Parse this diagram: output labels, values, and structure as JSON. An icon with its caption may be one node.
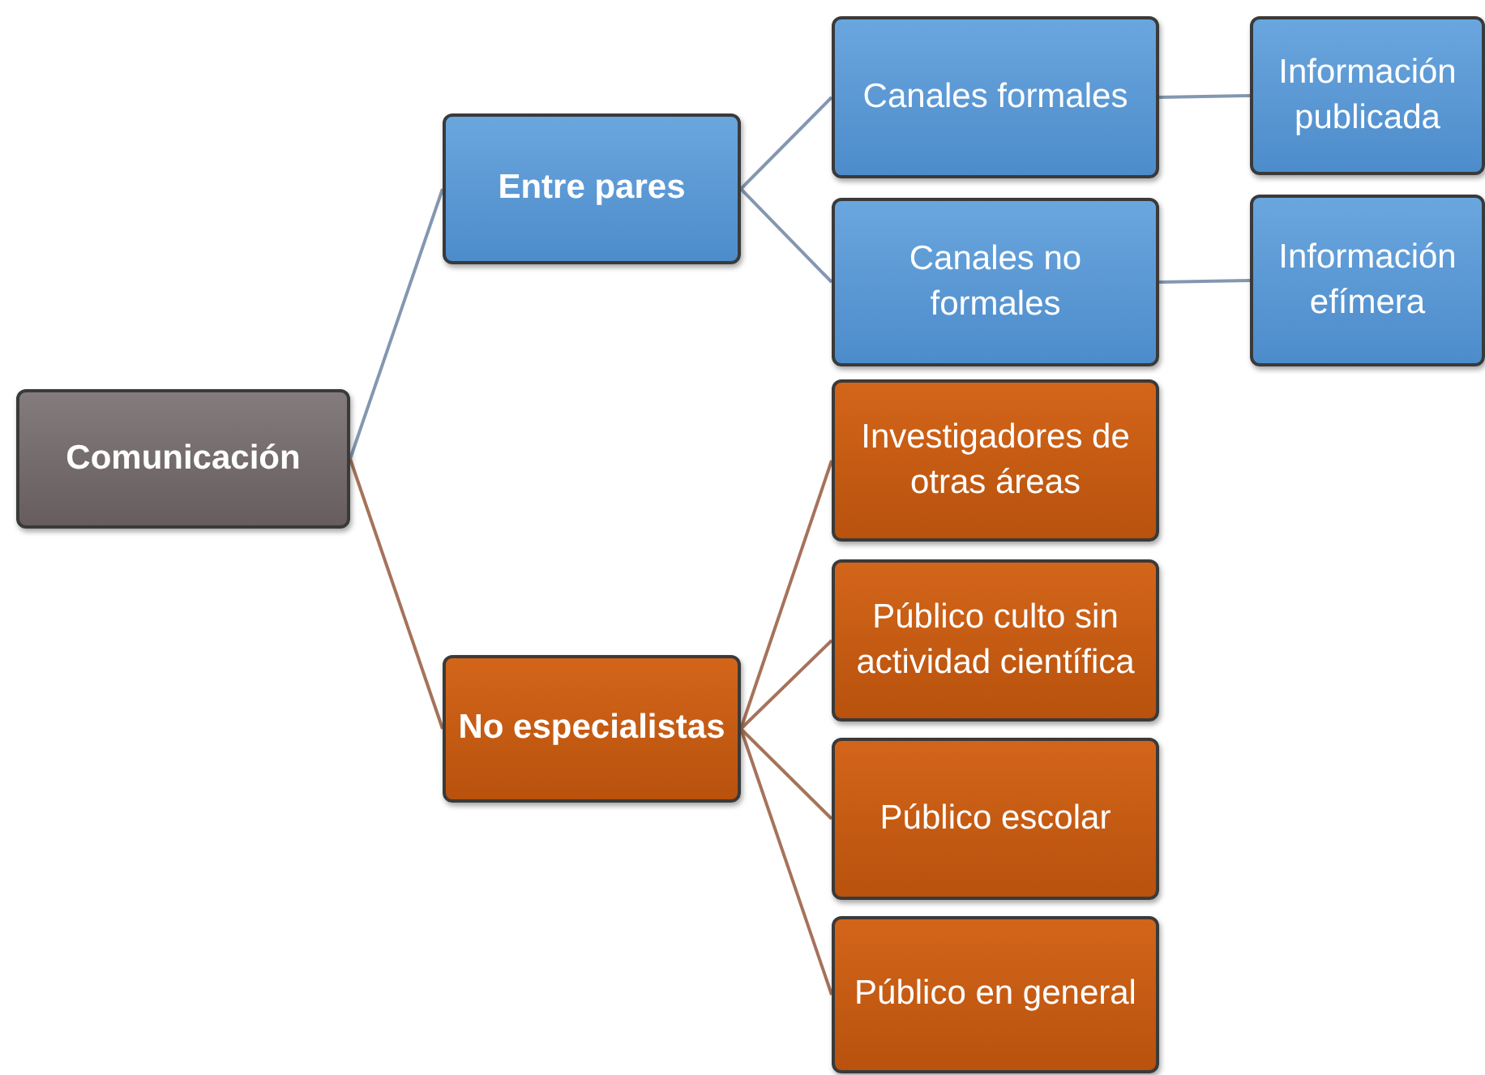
{
  "diagram": {
    "nodes": [
      {
        "text": [
          "Comunicación"
        ]
      },
      {
        "text": [
          "Entre pares"
        ]
      },
      {
        "text": [
          "No especialistas"
        ]
      },
      {
        "text": [
          "Canales formales"
        ]
      },
      {
        "text": [
          "Canales no formales"
        ]
      },
      {
        "text": [
          "Información publicada"
        ]
      },
      {
        "text": [
          "Información efímera"
        ]
      },
      {
        "text": [
          "Investigadores de otras áreas"
        ]
      },
      {
        "text": [
          "Público culto sin actividad científica"
        ]
      },
      {
        "text": [
          "Público escolar"
        ]
      },
      {
        "text": [
          "Público en general"
        ]
      }
    ],
    "edges": [
      {
        "from": 0,
        "to": 1,
        "arrow": "none",
        "color": "#8497b0"
      },
      {
        "from": 0,
        "to": 2,
        "arrow": "none",
        "color": "#a5735a"
      },
      {
        "from": 1,
        "to": 3,
        "arrow": "none",
        "color": "#8497b0"
      },
      {
        "from": 1,
        "to": 4,
        "arrow": "none",
        "color": "#8497b0"
      },
      {
        "from": 3,
        "to": 5,
        "arrow": "none",
        "color": "#8497b0"
      },
      {
        "from": 4,
        "to": 6,
        "arrow": "none",
        "color": "#8497b0"
      },
      {
        "from": 2,
        "to": 7,
        "arrow": "none",
        "color": "#a5735a"
      },
      {
        "from": 2,
        "to": 8,
        "arrow": "none",
        "color": "#a5735a"
      },
      {
        "from": 2,
        "to": 9,
        "arrow": "none",
        "color": "#a5735a"
      },
      {
        "from": 2,
        "to": 10,
        "arrow": "none",
        "color": "#a5735a"
      }
    ]
  }
}
